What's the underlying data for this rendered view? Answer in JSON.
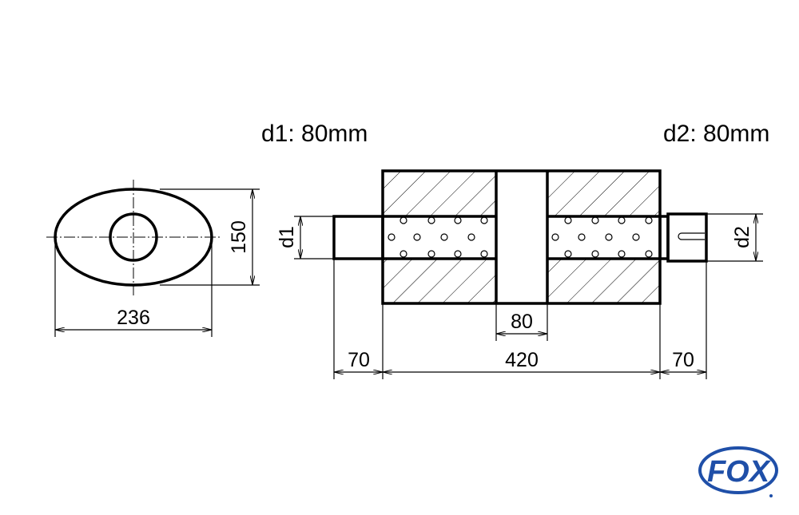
{
  "labels": {
    "d1_title": "d1: 80mm",
    "d2_title": "d2: 80mm",
    "d1": "d1",
    "d2": "d2"
  },
  "dimensions": {
    "width": "236",
    "height": "150",
    "middle_chamber": "80",
    "body_length": "420",
    "inlet_length": "70",
    "outlet_length": "70"
  },
  "logo": {
    "text": "FOX",
    "color": "#1f4fa8"
  }
}
